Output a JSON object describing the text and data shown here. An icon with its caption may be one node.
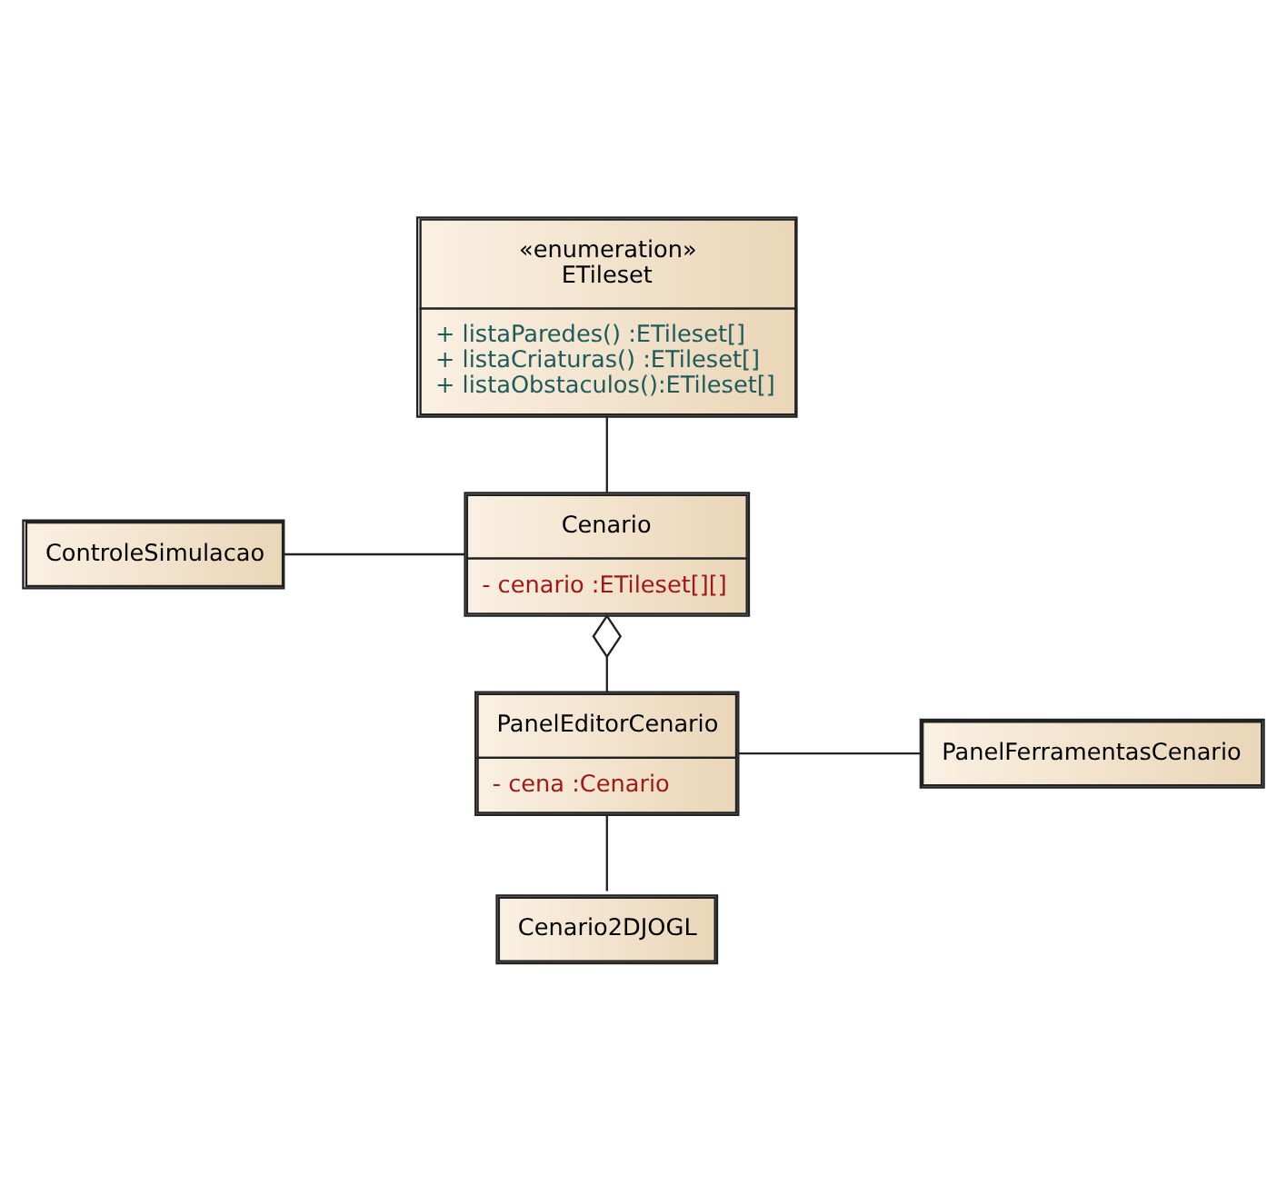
{
  "diagram": {
    "nodes": [
      {
        "text": [
          "«enumeration»",
          "ETileset",
          "+ listaParedes() :ETileset[]",
          "+ listaCriaturas() :ETileset[]",
          "+ listaObstaculos():ETileset[]"
        ]
      },
      {
        "text": [
          "ControleSimulacao"
        ]
      },
      {
        "text": [
          "Cenario",
          "- cenario :ETileset[][]"
        ]
      },
      {
        "text": [
          "PanelEditorCenario",
          "- cena :Cenario"
        ]
      },
      {
        "text": [
          "PanelFerramentasCenario"
        ]
      },
      {
        "text": [
          "Cenario2DJOGL"
        ]
      }
    ],
    "edges": [
      {
        "from": 0,
        "to": 2,
        "arrow": "none"
      },
      {
        "from": 1,
        "to": 2,
        "arrow": "none"
      },
      {
        "from": 2,
        "to": 3,
        "arrow": "other"
      },
      {
        "from": 3,
        "to": 4,
        "arrow": "none"
      },
      {
        "from": 3,
        "to": 5,
        "arrow": "none"
      }
    ]
  }
}
